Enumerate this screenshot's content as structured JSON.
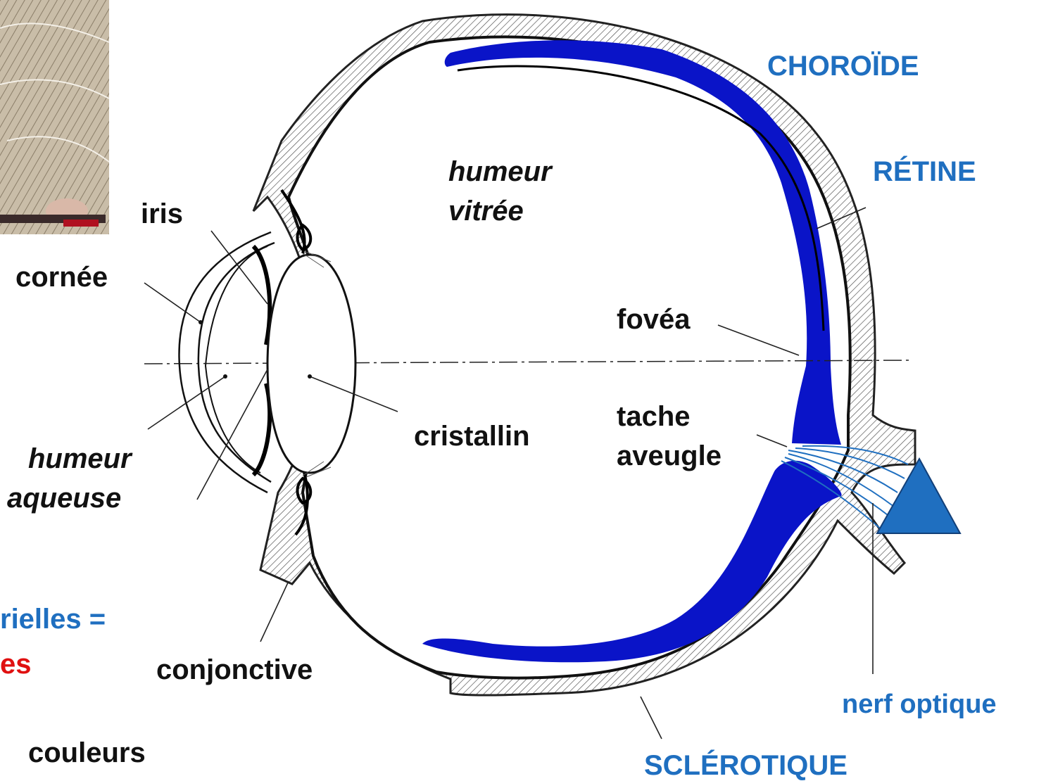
{
  "labels": {
    "choroide": "CHOROÏDE",
    "retine": "RÉTINE",
    "sclerotique": "SCLÉROTIQUE",
    "nerf_optique": "nerf optique",
    "iris": "iris",
    "cornee": "cornée",
    "humeur_vitree_1": "humeur",
    "humeur_vitree_2": "vitrée",
    "fovea": "fovéa",
    "tache_aveugle_1": "tache",
    "tache_aveugle_2": "aveugle",
    "cristallin": "cristallin",
    "humeur_aqueuse_1": "humeur",
    "humeur_aqueuse_2": "aqueuse",
    "conjonctive": "conjonctive"
  },
  "partial_text": {
    "fragment_1": "rielles =",
    "fragment_2": "es",
    "fragment_3": "couleurs"
  },
  "colors": {
    "retina_fill": "#0a14c8",
    "nerve_triangle": "#1f6fc0",
    "label_blue": "#1f6fc0",
    "label_red": "#e01010",
    "label_black": "#111111",
    "hatch": "#555555"
  }
}
